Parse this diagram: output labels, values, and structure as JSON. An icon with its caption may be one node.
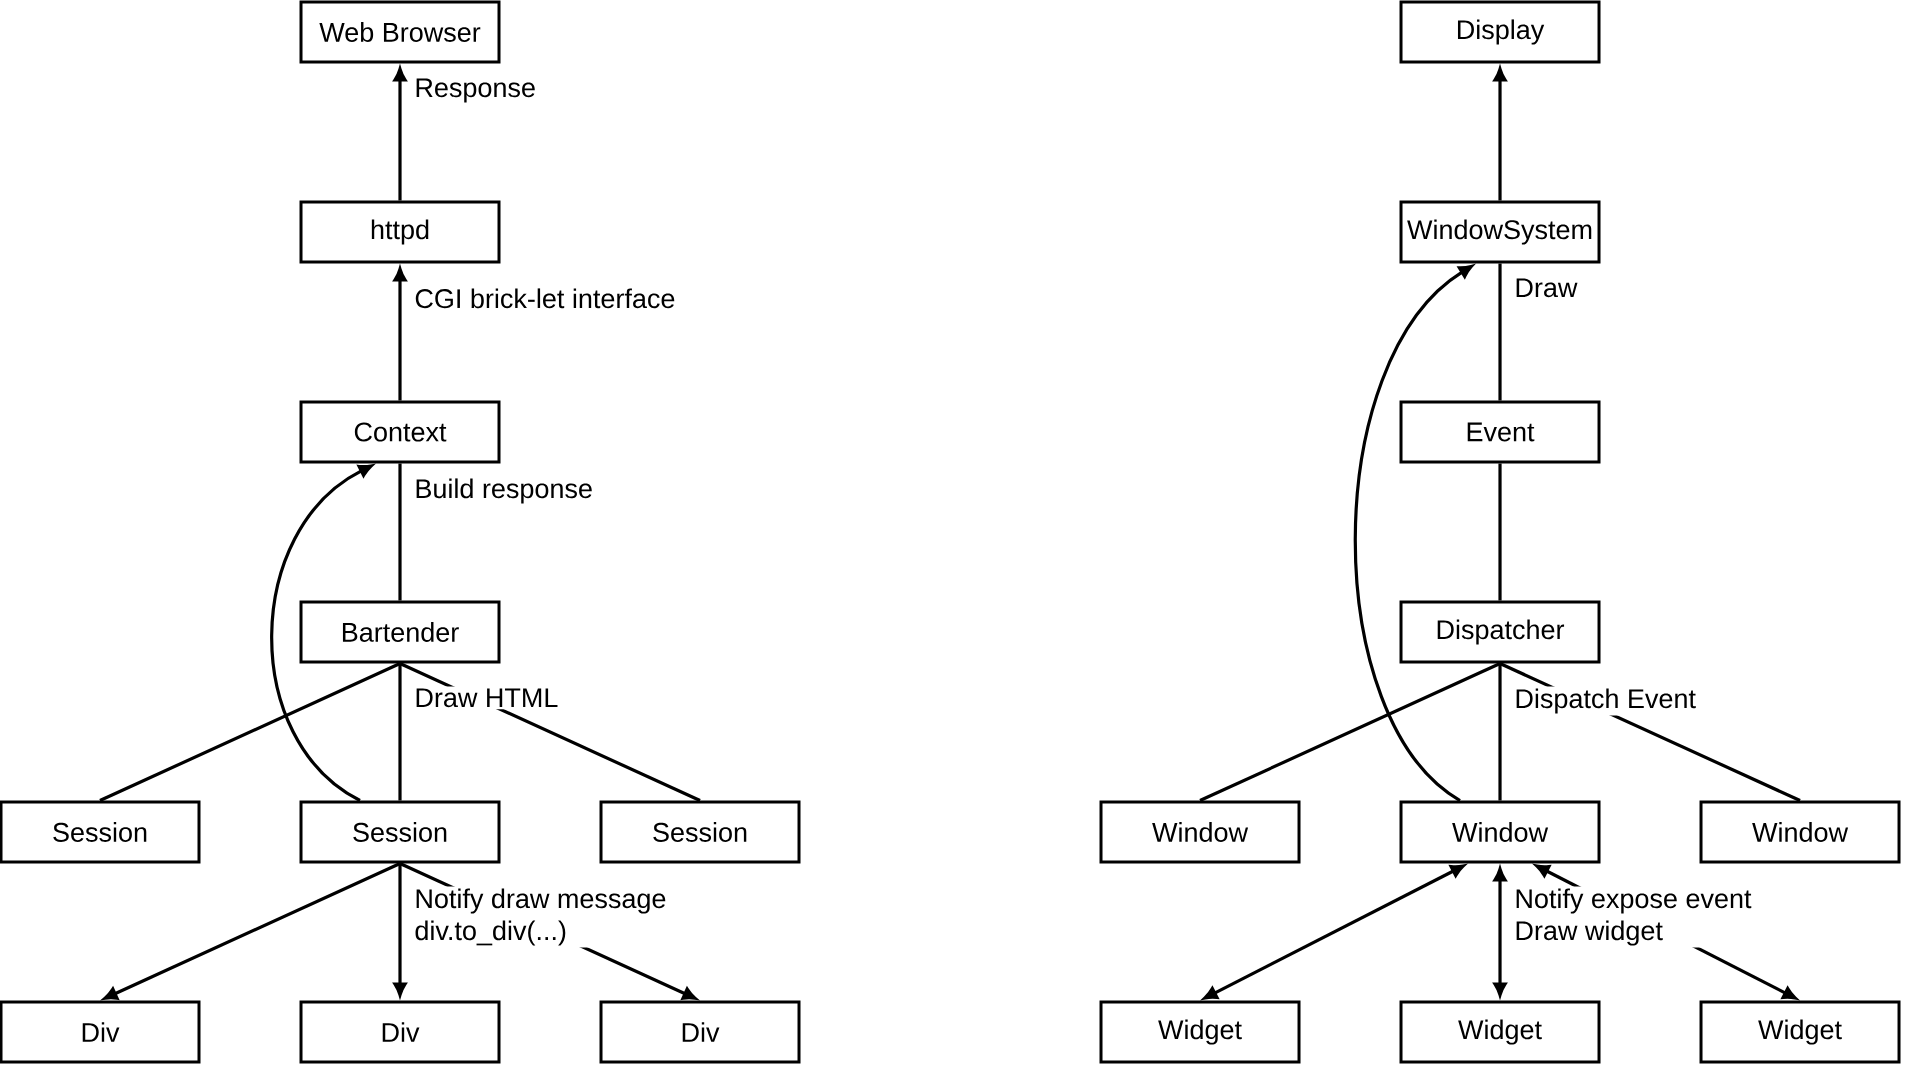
{
  "diagram": {
    "nodes": [
      {
        "text": [
          "Web Browser"
        ]
      },
      {
        "text": [
          "httpd"
        ]
      },
      {
        "text": [
          "Context"
        ]
      },
      {
        "text": [
          "Bartender"
        ]
      },
      {
        "text": [
          "Session"
        ]
      },
      {
        "text": [
          "Session"
        ]
      },
      {
        "text": [
          "Session"
        ]
      },
      {
        "text": [
          "Div"
        ]
      },
      {
        "text": [
          "Div"
        ]
      },
      {
        "text": [
          "Div"
        ]
      },
      {
        "text": [
          "Display"
        ]
      },
      {
        "text": [
          "WindowSystem"
        ]
      },
      {
        "text": [
          "Event"
        ]
      },
      {
        "text": [
          "Dispatcher"
        ]
      },
      {
        "text": [
          "Window"
        ]
      },
      {
        "text": [
          "Window"
        ]
      },
      {
        "text": [
          "Window"
        ]
      },
      {
        "text": [
          "Widget"
        ]
      },
      {
        "text": [
          "Widget"
        ]
      },
      {
        "text": [
          "Widget"
        ]
      }
    ],
    "edges": [
      {
        "from": 1,
        "to": 0,
        "arrow": "to",
        "label": "Response"
      },
      {
        "from": 2,
        "to": 1,
        "arrow": "to",
        "label": "CGI brick-let interface"
      },
      {
        "from": 2,
        "to": 3,
        "arrow": "none",
        "label": "Build response"
      },
      {
        "from": 3,
        "to": 4,
        "arrow": "none"
      },
      {
        "from": 3,
        "to": 5,
        "arrow": "none",
        "label": "Draw HTML"
      },
      {
        "from": 3,
        "to": 6,
        "arrow": "none"
      },
      {
        "from": 5,
        "to": 2,
        "arrow": "to"
      },
      {
        "from": 5,
        "to": 7,
        "arrow": "to"
      },
      {
        "from": 5,
        "to": 8,
        "arrow": "to",
        "label": "Notify draw message div.to_div(...)"
      },
      {
        "from": 5,
        "to": 9,
        "arrow": "to"
      },
      {
        "from": 11,
        "to": 10,
        "arrow": "to"
      },
      {
        "from": 11,
        "to": 12,
        "arrow": "none",
        "label": "Draw"
      },
      {
        "from": 12,
        "to": 13,
        "arrow": "none"
      },
      {
        "from": 13,
        "to": 14,
        "arrow": "none"
      },
      {
        "from": 13,
        "to": 15,
        "arrow": "none",
        "label": "Dispatch Event"
      },
      {
        "from": 13,
        "to": 16,
        "arrow": "none"
      },
      {
        "from": 15,
        "to": 11,
        "arrow": "to"
      },
      {
        "from": 15,
        "to": 17,
        "arrow": "both"
      },
      {
        "from": 15,
        "to": 18,
        "arrow": "both",
        "label": "Notify expose event Draw widget"
      },
      {
        "from": 15,
        "to": 19,
        "arrow": "both"
      }
    ]
  }
}
